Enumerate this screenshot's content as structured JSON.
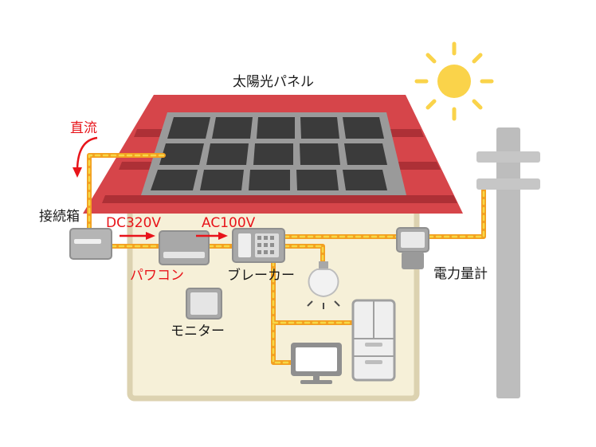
{
  "labels": {
    "solar_panel": "太陽光パネル",
    "direct_current": "直流",
    "junction_box": "接続箱",
    "dc_voltage": "DC320V",
    "ac_voltage": "AC100V",
    "power_conditioner": "パワコン",
    "breaker": "ブレーカー",
    "monitor": "モニター",
    "power_meter": "電力量計"
  },
  "colors": {
    "roof": "#d6454a",
    "roof_stripe": "#ad3036",
    "panel_frame": "#9a9a9a",
    "panel_cell": "#3b3b3b",
    "wall": "#f6f0d8",
    "wall_border": "#dcd2b0",
    "cable": "#f3a021",
    "cable_dash": "#f6d847",
    "arrow": "#e8141a",
    "sun": "#fad34a",
    "pole": "#bdbdbd",
    "device": "#a8a8a8"
  },
  "icons": [
    "sun-icon",
    "light-bulb-icon",
    "refrigerator-icon",
    "television-icon",
    "utility-pole-icon"
  ]
}
